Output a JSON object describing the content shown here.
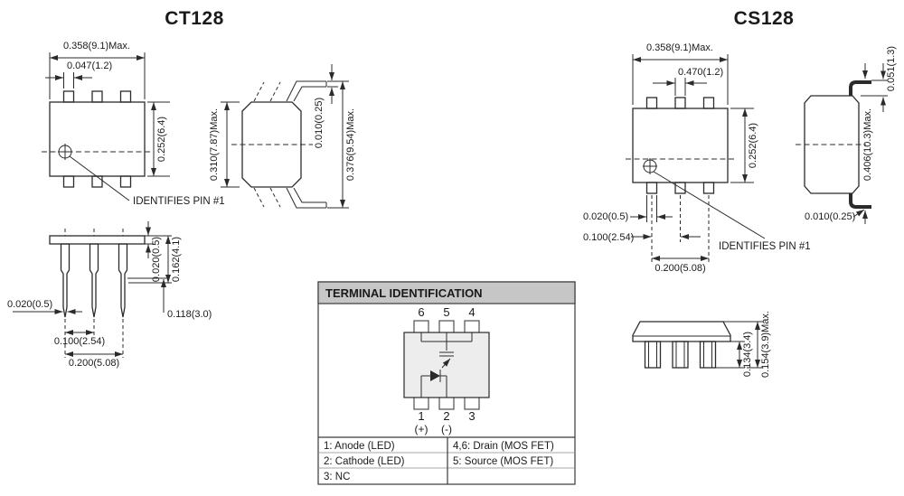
{
  "colors": {
    "line": "#2b2b2b",
    "header_bg": "#c6c6c6"
  },
  "ct128": {
    "title": "CT128",
    "top_view": {
      "width": "0.358(9.1)Max.",
      "pin_width": "0.047(1.2)",
      "body_height": "0.252(6.4)",
      "pin1_note": "IDENTIFIES PIN #1"
    },
    "side_view": {
      "body_height": "0.310(7.87)Max.",
      "lead_thickness": "0.010(0.25)",
      "overall_height": "0.376(9.54)Max."
    },
    "front_view": {
      "lead_width": "0.020(0.5)",
      "standoff": "0.020(0.5)",
      "lead_length": "0.162(4.1)",
      "shank_length": "0.118(3.0)",
      "pitch": "0.100(2.54)",
      "span": "0.200(5.08)"
    }
  },
  "cs128": {
    "title": "CS128",
    "top_view": {
      "width": "0.358(9.1)Max.",
      "pin_width": "0.470(1.2)",
      "body_height": "0.252(6.4)",
      "lead_width": "0.020(0.5)",
      "pitch": "0.100(2.54)",
      "span": "0.200(5.08)",
      "pin1_note": "IDENTIFIES PIN #1"
    },
    "side_view": {
      "lead_height": "0.051(1.3)",
      "overall_height": "0.406(10.3)Max.",
      "lead_thickness": "0.010(0.25)"
    },
    "bottom_view": {
      "pad_height": "0.134(3.4)",
      "overall_height": "0.154(3.9)Max."
    }
  },
  "terminal": {
    "title": "TERMINAL IDENTIFICATION",
    "pins_top": [
      "6",
      "5",
      "4"
    ],
    "pins_bottom": [
      "1",
      "2",
      "3"
    ],
    "plus": "(+)",
    "minus": "(-)",
    "legend_left": [
      "1: Anode (LED)",
      "2: Cathode (LED)",
      "3: NC"
    ],
    "legend_right": [
      "4,6: Drain (MOS FET)",
      "5: Source (MOS FET)"
    ]
  }
}
